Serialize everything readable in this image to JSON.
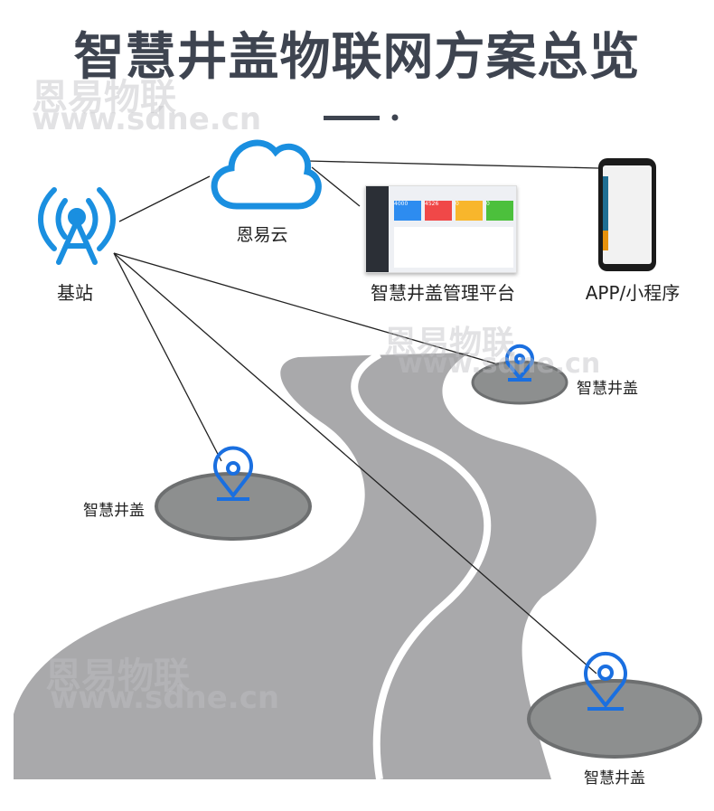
{
  "title": "智慧井盖物联网方案总览",
  "watermark": {
    "cn": "恩易物联",
    "url": "www.sdne.cn"
  },
  "nodes": {
    "base_station": "基站",
    "cloud": "恩易云",
    "platform": "智慧井盖管理平台",
    "app": "APP/小程序"
  },
  "manholes": [
    "智慧井盖",
    "智慧井盖",
    "智慧井盖"
  ],
  "dashboard_stats": [
    "4000",
    "4526",
    "0",
    "0"
  ],
  "colors": {
    "accent": "#1a8fe0",
    "title": "#3e4450",
    "road": "#a8a8aa",
    "pin": "#1a6fe0"
  }
}
